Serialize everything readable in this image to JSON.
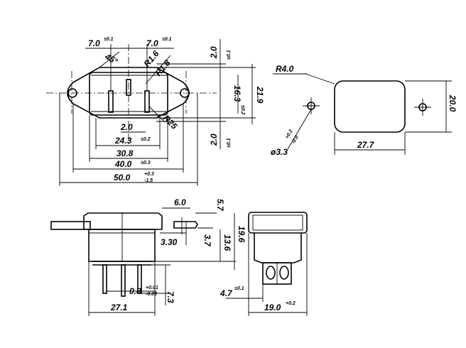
{
  "front_view": {
    "dims": {
      "pin_pitch_left": "7.0",
      "pin_pitch_left_tol": "±0.1",
      "pin_pitch_right": "7.0",
      "pin_pitch_right_tol": "±0.1",
      "angle": "45°",
      "radius_r16": "R1.6",
      "radius_r18": "R1.8",
      "radius_r25": "R25",
      "pin_gap": "2.0",
      "slot_width": "24.3",
      "slot_width_tol": "±0.2",
      "body_width": "30.8",
      "inner_width": "40.0",
      "inner_width_tol": "±0.3",
      "overall_width": "50.0",
      "overall_width_tol_plus": "+0.3",
      "overall_width_tol_minus": "-1.5",
      "top_offset": "2.0",
      "top_offset_tol": "±0.1",
      "bottom_offset": "2.0",
      "bottom_offset_tol": "±0.1",
      "pin_span": "16.3",
      "pin_span_tol": "±0.2",
      "height": "21.9"
    }
  },
  "cutout_view": {
    "dims": {
      "corner_radius": "R4.0",
      "width": "27.7",
      "height": "20.0",
      "hole_dia": "ø3.3",
      "hole_tol_plus": "+0.2",
      "hole_tol_minus": "-0.0"
    }
  },
  "side_view": {
    "dims": {
      "top_height": "5.7",
      "flange": "6.0",
      "latch": "3.30",
      "latch_depth": "3.7",
      "body_height": "13.6",
      "total_height": "19.6",
      "pin_thickness": "0.8",
      "pin_thickness_tol_plus": "+0.01",
      "pin_thickness_tol_minus": "-0.03",
      "pin_length": "7.3",
      "depth": "27.1"
    }
  },
  "rear_view": {
    "dims": {
      "terminal_offset": "4.7",
      "terminal_offset_tol": "±0.1",
      "width": "19.0",
      "width_tol": "+0.2"
    }
  }
}
